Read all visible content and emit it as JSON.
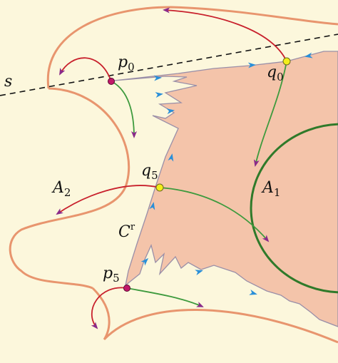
{
  "diagram": {
    "labels": {
      "s": "s",
      "p0_main": "p",
      "p0_sub": "0",
      "q0_main": "q",
      "q0_sub": "0",
      "q5_main": "q",
      "q5_sub": "5",
      "p5_main": "p",
      "p5_sub": "5",
      "A1_main": "A",
      "A1_sub": "1",
      "A2_main": "A",
      "A2_sub": "2",
      "C_main": "C",
      "C_sup": "r"
    },
    "colors": {
      "background": "#fcf7dc",
      "region_fill": "#f4c4aa",
      "region_edge": "#9a8fa8",
      "outer_curve": "#e8956e",
      "ellipse": "#2f7a2a",
      "red_flow": "#c8202c",
      "green_flow": "#3d9a3d",
      "cyan_arrow": "#2a8fd8",
      "arrowhead": "#8a2a8a",
      "yellow_point": "#f2ee1a",
      "magenta_point": "#c2186a",
      "dashed_line": "#111111"
    }
  }
}
